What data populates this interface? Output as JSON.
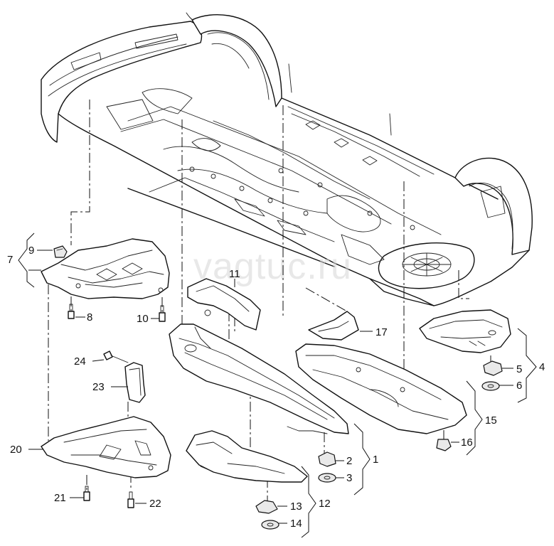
{
  "watermark": "vagtuc.ru",
  "callouts": {
    "c1": "1",
    "c2": "2",
    "c3": "3",
    "c4": "4",
    "c5": "5",
    "c6": "6",
    "c7": "7",
    "c8": "8",
    "c9": "9",
    "c10": "10",
    "c11": "11",
    "c12": "12",
    "c13": "13",
    "c14": "14",
    "c15": "15",
    "c16": "16",
    "c17": "17",
    "c20": "20",
    "c21": "21",
    "c22": "22",
    "c23": "23",
    "c24": "24"
  }
}
